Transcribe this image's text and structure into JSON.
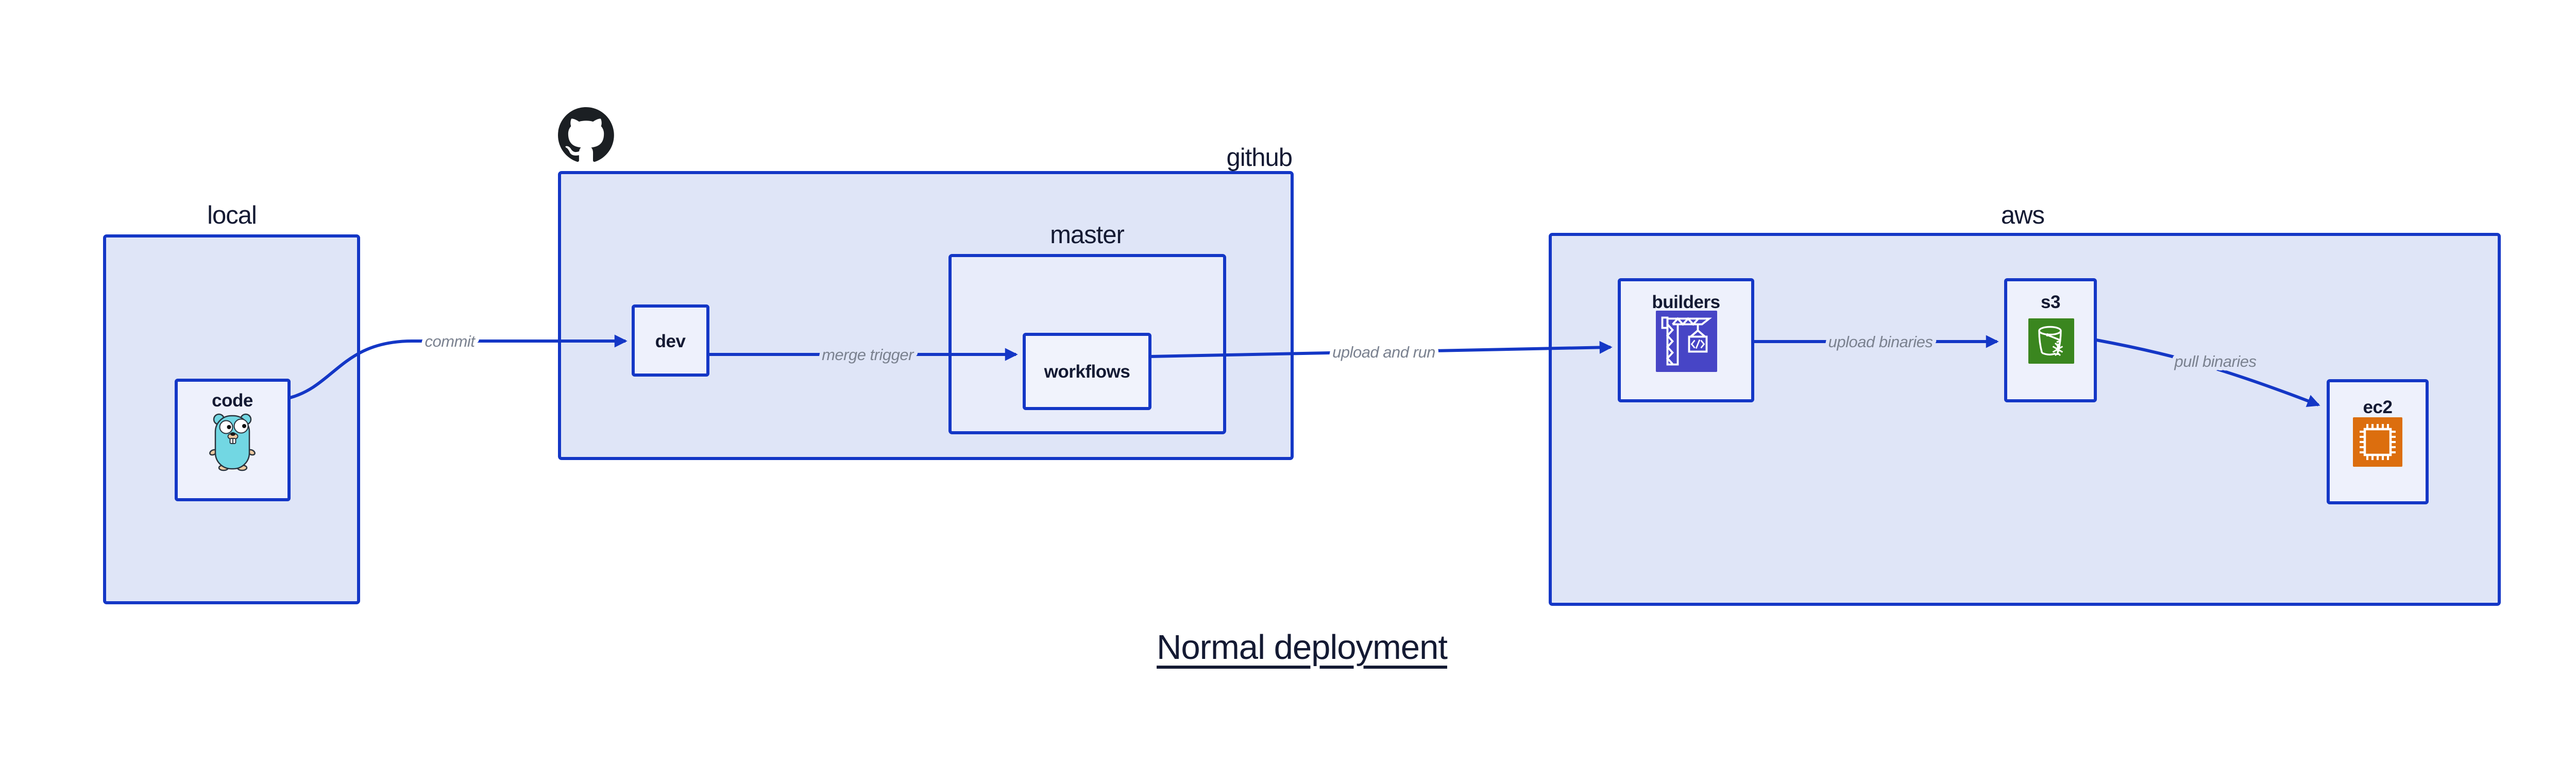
{
  "page": {
    "title": "Normal deployment"
  },
  "diagram": {
    "containers": [
      {
        "id": "local",
        "label": "local"
      },
      {
        "id": "github",
        "label": "github"
      },
      {
        "id": "master",
        "label": "master"
      },
      {
        "id": "aws",
        "label": "aws"
      }
    ],
    "nodes": [
      {
        "id": "code",
        "label": "code",
        "icon": "go-gopher-icon"
      },
      {
        "id": "dev",
        "label": "dev"
      },
      {
        "id": "workflows",
        "label": "workflows"
      },
      {
        "id": "builders",
        "label": "builders",
        "icon": "codebuild-crane-icon"
      },
      {
        "id": "s3",
        "label": "s3",
        "icon": "s3-bucket-icon"
      },
      {
        "id": "ec2",
        "label": "ec2",
        "icon": "ec2-chip-icon"
      }
    ],
    "edges": [
      {
        "from": "code",
        "to": "dev",
        "label": "commit"
      },
      {
        "from": "dev",
        "to": "workflows",
        "label": "merge trigger"
      },
      {
        "from": "workflows",
        "to": "builders",
        "label": "upload and run"
      },
      {
        "from": "builders",
        "to": "s3",
        "label": "upload binaries"
      },
      {
        "from": "s3",
        "to": "ec2",
        "label": "pull binaries"
      }
    ],
    "colors": {
      "stroke_blue": "#1437c6",
      "container_fill": "#dfe5f7",
      "master_fill": "#e8ecfa",
      "node_fill": "#eef1fc",
      "text_navy": "#141a33",
      "edge_label_gray": "#7b8290",
      "codebuild_purple": "#4745c6",
      "s3_green": "#3a861f",
      "ec2_orange": "#dc6e0e",
      "github_black": "#1b1f23",
      "gopher_teal": "#72d7e3"
    }
  }
}
